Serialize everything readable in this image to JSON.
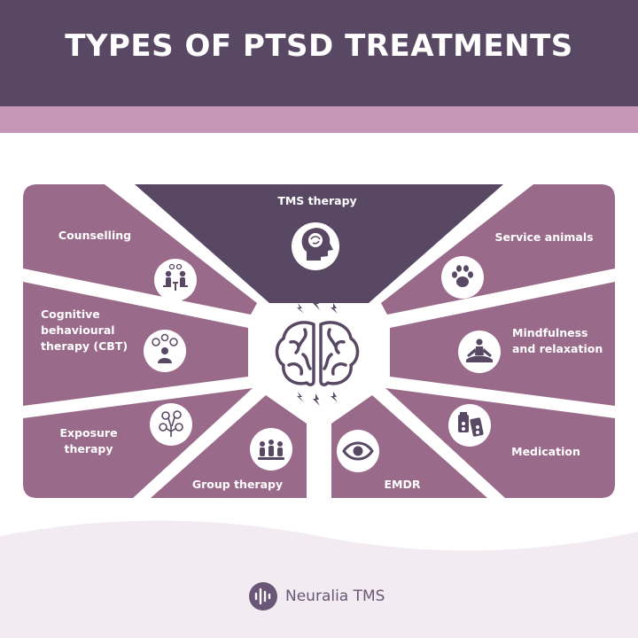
{
  "title": "TYPES OF PTSD TREATMENTS",
  "colors": {
    "header": "#584864",
    "band": "#c596b5",
    "segment": "#9a6a8a",
    "top_segment": "#584864",
    "icon_fg": "#584864",
    "footer_wave": "#f2ecf2",
    "brand": "#6a5676"
  },
  "treatments": {
    "tms": {
      "label": [
        "TMS therapy"
      ],
      "icon": "head-brain-icon"
    },
    "counselling": {
      "label": [
        "Counselling"
      ],
      "icon": "counselling-people-icon"
    },
    "cbt": {
      "label": [
        "Cognitive",
        "behavioural",
        "therapy (CBT)"
      ],
      "icon": "cbt-person-icon"
    },
    "exposure": {
      "label": [
        "Exposure",
        "therapy"
      ],
      "icon": "exposure-tree-icon"
    },
    "group": {
      "label": [
        "Group therapy"
      ],
      "icon": "group-people-icon"
    },
    "emdr": {
      "label": [
        "EMDR"
      ],
      "icon": "eye-icon"
    },
    "medication": {
      "label": [
        "Medication"
      ],
      "icon": "medication-pills-icon"
    },
    "mindfulness": {
      "label": [
        "Mindfulness",
        "and relaxation"
      ],
      "icon": "meditation-icon"
    },
    "service": {
      "label": [
        "Service animals"
      ],
      "icon": "paw-icon"
    }
  },
  "center_icon": "brain-icon",
  "brand": {
    "name": "Neuralia TMS",
    "logo": "neuralia-logo-icon"
  }
}
